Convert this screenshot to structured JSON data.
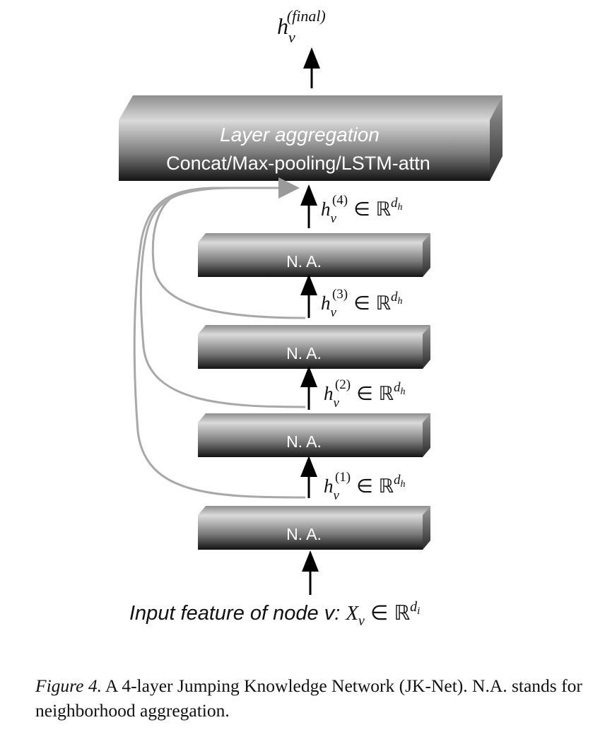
{
  "output_label": {
    "base": "h",
    "sub": "v",
    "sup": "(final)"
  },
  "aggregation_block": {
    "title": "Layer aggregation",
    "subtitle": "Concat/Max-pooling/LSTM-attn"
  },
  "layers": [
    {
      "label": "N. A."
    },
    {
      "label": "N. A."
    },
    {
      "label": "N. A."
    },
    {
      "label": "N. A."
    }
  ],
  "hidden_labels": [
    {
      "base": "h",
      "sub": "v",
      "sup": "(1)",
      "in": "∈",
      "set": "ℝ",
      "dim": "d",
      "dim_sub": "h"
    },
    {
      "base": "h",
      "sub": "v",
      "sup": "(2)",
      "in": "∈",
      "set": "ℝ",
      "dim": "d",
      "dim_sub": "h"
    },
    {
      "base": "h",
      "sub": "v",
      "sup": "(3)",
      "in": "∈",
      "set": "ℝ",
      "dim": "d",
      "dim_sub": "h"
    },
    {
      "base": "h",
      "sub": "v",
      "sup": "(4)",
      "in": "∈",
      "set": "ℝ",
      "dim": "d",
      "dim_sub": "h"
    }
  ],
  "input_label": {
    "text": "Input feature of node v: ",
    "base": "X",
    "sub": "v",
    "in": "∈",
    "set": "ℝ",
    "dim": "d",
    "dim_sub": "i"
  },
  "caption": {
    "label": "Figure 4.",
    "text": " A 4-layer Jumping Knowledge Network (JK-Net). N.A. stands for neighborhood aggregation."
  },
  "colors": {
    "block_dark": "#1a1a1a",
    "block_light": "#d6d6d6",
    "skip_arrow": "#a8a8a8",
    "arrow": "#000000"
  }
}
